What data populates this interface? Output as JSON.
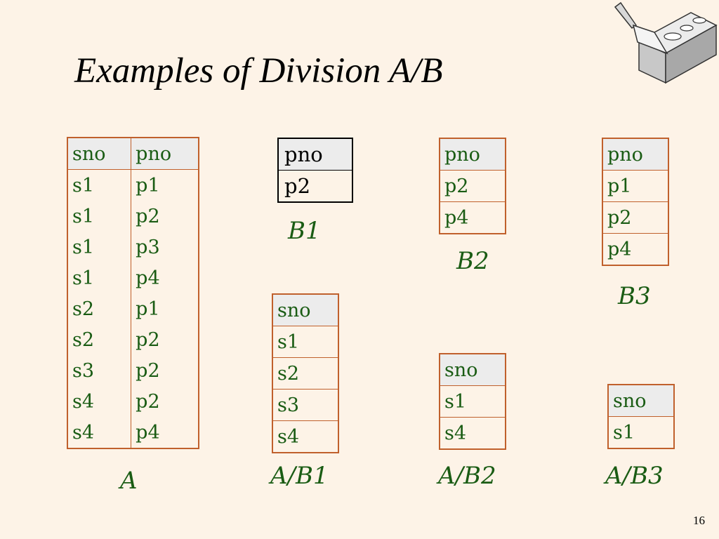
{
  "title": "Examples of Division A/B",
  "page_number": "16",
  "table_A": {
    "headers": [
      "sno",
      "pno"
    ],
    "rows": [
      [
        "s1",
        "p1"
      ],
      [
        "s1",
        "p2"
      ],
      [
        "s1",
        "p3"
      ],
      [
        "s1",
        "p4"
      ],
      [
        "s2",
        "p1"
      ],
      [
        "s2",
        "p2"
      ],
      [
        "s3",
        "p2"
      ],
      [
        "s4",
        "p2"
      ],
      [
        "s4",
        "p4"
      ]
    ],
    "label": "A"
  },
  "table_B1": {
    "header": "pno",
    "rows": [
      "p2"
    ],
    "label": "B1"
  },
  "table_B2": {
    "header": "pno",
    "rows": [
      "p2",
      "p4"
    ],
    "label": "B2"
  },
  "table_B3": {
    "header": "pno",
    "rows": [
      "p1",
      "p2",
      "p4"
    ],
    "label": "B3"
  },
  "table_AB1": {
    "header": "sno",
    "rows": [
      "s1",
      "s2",
      "s3",
      "s4"
    ],
    "label": "A/B1"
  },
  "table_AB2": {
    "header": "sno",
    "rows": [
      "s1",
      "s4"
    ],
    "label": "A/B2"
  },
  "table_AB3": {
    "header": "sno",
    "rows": [
      "s1"
    ],
    "label": "A/B3"
  },
  "icons": {
    "logo": "brick-trowel-icon"
  }
}
